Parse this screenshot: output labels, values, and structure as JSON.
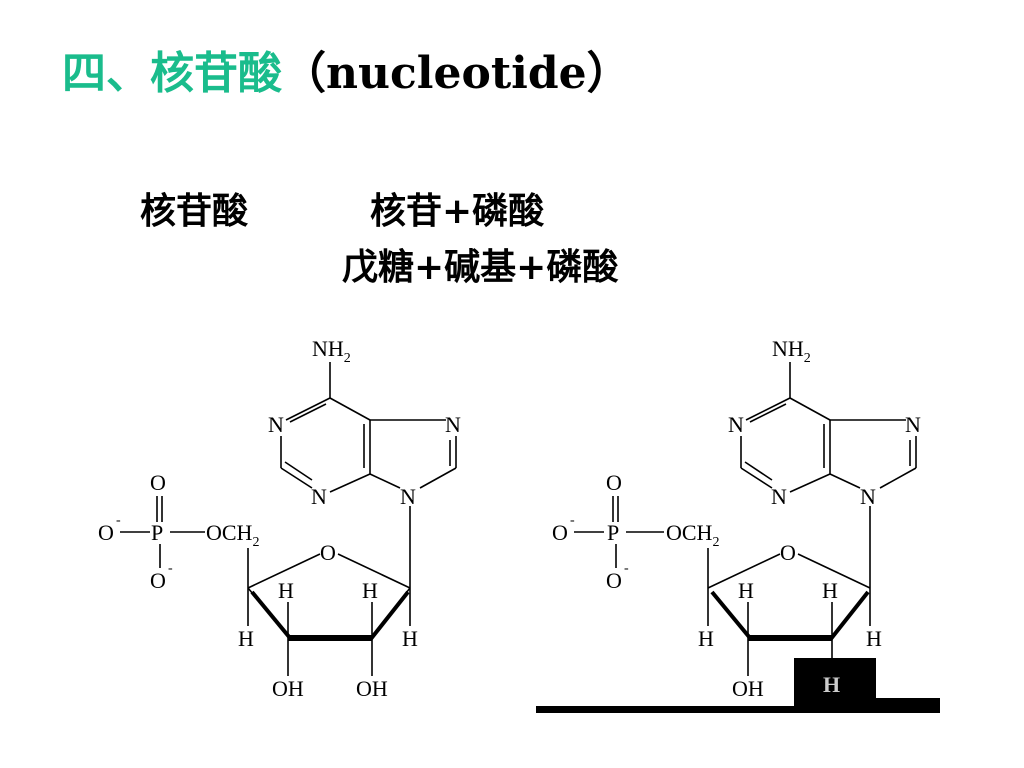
{
  "title": {
    "chinese": "四、核苷酸",
    "english": "（nucleotide）"
  },
  "composition": {
    "line1_left": "核苷酸",
    "line1_right": "核苷+磷酸",
    "line2": "戊糖+碱基+磷酸"
  },
  "structures": [
    {
      "amine": "NH",
      "amine_sub": "2",
      "n1": "N",
      "n3": "N",
      "n7": "N",
      "n9": "N",
      "phosphate_P": "P",
      "phosphate_O_top": "O",
      "phosphate_O_left": "O",
      "phosphate_O_left_charge": "-",
      "phosphate_O_bottom": "O",
      "phosphate_O_bottom_charge": "-",
      "ester_O": "OCH",
      "ester_sub": "2",
      "ring_O": "O",
      "h_c4": "H",
      "h_c3_up": "H",
      "h_c2_up": "H",
      "h_c1": "H",
      "oh_3": "OH",
      "oh_2": "OH"
    },
    {
      "amine": "NH",
      "amine_sub": "2",
      "n1": "N",
      "n3": "N",
      "n7": "N",
      "n9": "N",
      "phosphate_P": "P",
      "phosphate_O_top": "O",
      "phosphate_O_left": "O",
      "phosphate_O_left_charge": "-",
      "phosphate_O_bottom": "O",
      "phosphate_O_bottom_charge": "-",
      "ester_O": "OCH",
      "ester_sub": "2",
      "ring_O": "O",
      "h_c4": "H",
      "h_c3_up": "H",
      "h_c2_up": "H",
      "h_c1": "H",
      "oh_3": "OH",
      "highlight_h": "H"
    }
  ],
  "colors": {
    "title_accent": "#1abc8c",
    "text": "#000000",
    "highlight_box": "#000000",
    "highlight_text": "#cccccc"
  }
}
